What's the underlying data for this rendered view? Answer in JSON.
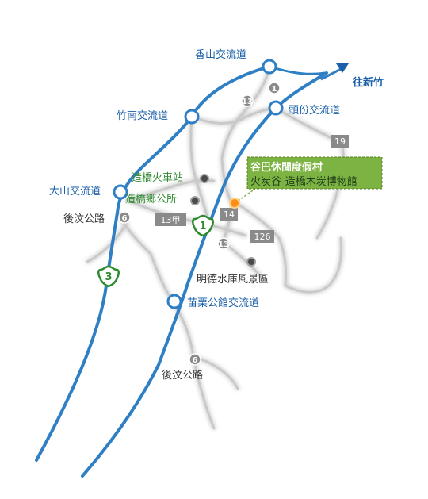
{
  "interchanges": {
    "xiangshan": "香山交流道",
    "zhunan": "竹南交流道",
    "toufen": "頭份交流道",
    "dashan": "大山交流道",
    "miaoli": "苗栗公館交流道"
  },
  "direction": {
    "label": "往新竹"
  },
  "places": {
    "zaoqiao_station": "造橋火車站",
    "zaoqiao_office": "造橋鄉公所",
    "mingde": "明德水庫風景區",
    "houhuan_1": "後汶公路",
    "houhuan_2": "後汶公路"
  },
  "highways": {
    "h1": "1",
    "h3": "3"
  },
  "routes": {
    "r1": "1",
    "r13a": "13",
    "r13b": "13",
    "r13jia": "13甲",
    "r14": "14",
    "r19": "19",
    "r126": "126",
    "r6a": "6",
    "r6b": "6"
  },
  "poi": {
    "title": "谷巴休閒度假村",
    "subtitle": "火炭谷-造橋木炭博物館"
  },
  "colors": {
    "freeway": "#2f7fc4",
    "road": "#c8c8c8",
    "poi_box": "#7cb342",
    "label_blue": "#1a5fa8",
    "label_green": "#2e8a2e"
  }
}
